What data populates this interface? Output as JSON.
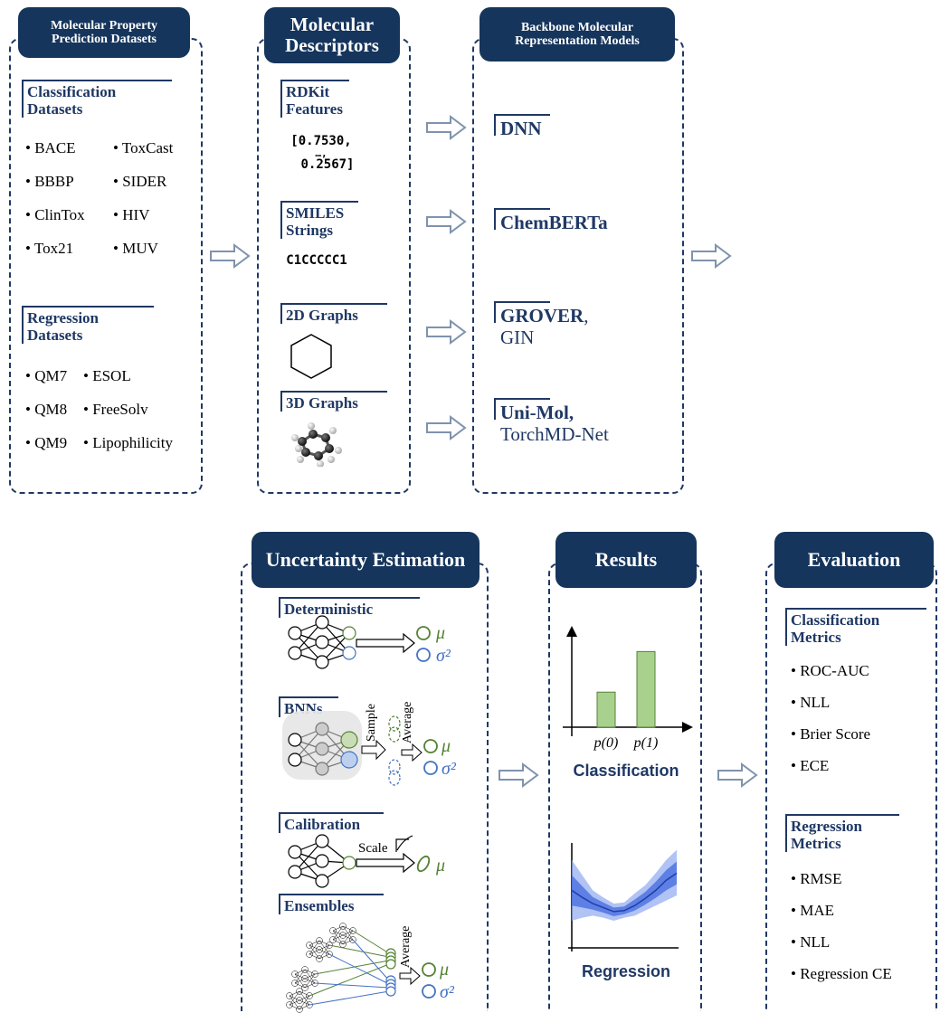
{
  "datasets": {
    "title": "Molecular Property Prediction Datasets",
    "classification_heading": "Classification Datasets",
    "classification_items": [
      "BACE",
      "ToxCast",
      "BBBP",
      "SIDER",
      "ClinTox",
      "HIV",
      "Tox21",
      "MUV"
    ],
    "regression_heading": "Regression Datasets",
    "regression_items": [
      "QM7",
      "ESOL",
      "QM8",
      "FreeSolv",
      "QM9",
      "Lipophilicity"
    ]
  },
  "descriptors": {
    "title": "Molecular Descriptors",
    "rdkit_heading": "RDKit Features",
    "rdkit_vector_line1": "[0.7530,",
    "rdkit_vector_ellipsis": "…,",
    "rdkit_vector_line2": "0.2567]",
    "smiles_heading": "SMILES Strings",
    "smiles_example": "C1CCCCC1",
    "graph2d_heading": "2D Graphs",
    "graph3d_heading": "3D Graphs"
  },
  "backbone": {
    "title": "Backbone Molecular Representation Models",
    "dnn": "DNN",
    "chemberta": "ChemBERTa",
    "grover": "GROVER",
    "grover_sep": ",",
    "gin": "GIN",
    "unimol": "Uni-Mol,",
    "torchmd": "TorchMD-Net"
  },
  "uncertainty": {
    "title": "Uncertainty Estimation",
    "deterministic": "Deterministic",
    "bnns": "BNNs",
    "sample_label": "Sample",
    "average_label": "Average",
    "calibration": "Calibration",
    "scale_label": "Scale",
    "ensembles": "Ensembles",
    "mu": "μ",
    "sigma2": "σ²"
  },
  "results": {
    "title": "Results",
    "classification_caption": "Classification",
    "regression_caption": "Regression",
    "bar_labels": [
      "p(0)",
      "p(1)"
    ]
  },
  "evaluation": {
    "title": "Evaluation",
    "classification_heading": "Classification Metrics",
    "classification_items": [
      "ROC-AUC",
      "NLL",
      "Brier Score",
      "ECE"
    ],
    "regression_heading": "Regression Metrics",
    "regression_items": [
      "RMSE",
      "MAE",
      "NLL",
      "Regression CE"
    ]
  },
  "colors": {
    "navy": "#16355c",
    "green": "#548235",
    "blue": "#4472c4",
    "bar_green": "#a9d18e"
  },
  "chart_data": [
    {
      "type": "bar",
      "categories": [
        "p(0)",
        "p(1)"
      ],
      "values": [
        0.38,
        0.82
      ],
      "ylim": [
        0,
        1
      ]
    },
    {
      "type": "area",
      "x": [
        0,
        1,
        2,
        3,
        4,
        5,
        6,
        7,
        8,
        9,
        10
      ],
      "y": [
        0.55,
        0.48,
        0.42,
        0.38,
        0.34,
        0.35,
        0.4,
        0.47,
        0.55,
        0.65,
        0.72
      ],
      "lower": [
        0.25,
        0.28,
        0.3,
        0.28,
        0.25,
        0.28,
        0.3,
        0.35,
        0.4,
        0.45,
        0.5
      ],
      "upper": [
        0.85,
        0.7,
        0.55,
        0.48,
        0.42,
        0.43,
        0.52,
        0.6,
        0.72,
        0.85,
        0.95
      ]
    }
  ]
}
